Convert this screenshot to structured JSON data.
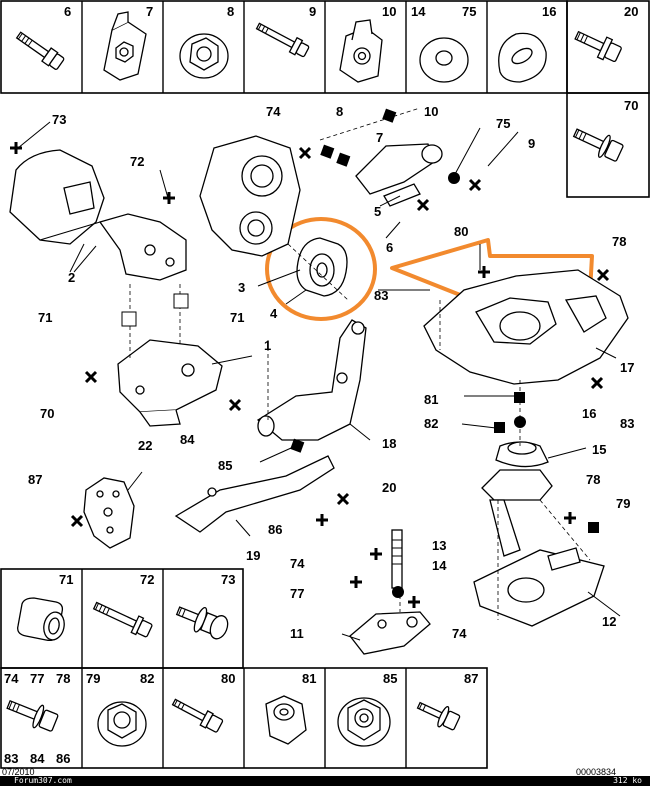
{
  "top_boxes": [
    {
      "labels": [
        "6"
      ],
      "icon": "long-bolt-icon"
    },
    {
      "labels": [
        "7"
      ],
      "icon": "clip-nut-icon"
    },
    {
      "labels": [
        "8"
      ],
      "icon": "hex-nut-flange-icon"
    },
    {
      "labels": [
        "9"
      ],
      "icon": "bolt-icon"
    },
    {
      "labels": [
        "10"
      ],
      "icon": "cage-nut-icon"
    },
    {
      "labels": [
        "14",
        "75"
      ],
      "icon": "washer-icon"
    },
    {
      "labels": [
        "16"
      ],
      "icon": "cam-washer-icon"
    },
    {
      "labels": [
        "20"
      ],
      "icon": "flange-bolt-icon"
    },
    {
      "labels": [
        "70"
      ],
      "icon": "bolt-with-washer-icon"
    }
  ],
  "bottom_boxes": [
    {
      "labels": [
        "71"
      ],
      "icon": "bushing-icon"
    },
    {
      "labels": [
        "72"
      ],
      "icon": "long-flange-bolt-icon"
    },
    {
      "labels": [
        "73"
      ],
      "icon": "bolt-with-washer-icon"
    },
    {
      "labels": [
        "74",
        "77",
        "78",
        "83",
        "84",
        "86"
      ],
      "icon": "bolt-with-washer-icon"
    },
    {
      "labels": [
        "79",
        "82"
      ],
      "icon": "flange-nut-icon"
    },
    {
      "labels": [
        "80"
      ],
      "icon": "screw-icon"
    },
    {
      "labels": [
        "81"
      ],
      "icon": "locknut-icon"
    },
    {
      "labels": [
        "85"
      ],
      "icon": "flange-lock-nut-icon"
    },
    {
      "labels": [
        "87"
      ],
      "icon": "flange-screw-icon"
    }
  ],
  "callouts": [
    "73",
    "72",
    "74",
    "8",
    "7",
    "10",
    "75",
    "9",
    "5",
    "6",
    "2",
    "3",
    "4",
    "83",
    "80",
    "78",
    "71",
    "71",
    "1",
    "70",
    "17",
    "81",
    "82",
    "16",
    "83",
    "84",
    "85",
    "18",
    "22",
    "15",
    "87",
    "20",
    "78",
    "79",
    "86",
    "19",
    "74",
    "13",
    "77",
    "14",
    "11",
    "74",
    "12"
  ],
  "footer": {
    "date": "07/2010",
    "site": "Forum307.com",
    "size": "312 ko",
    "ref": "00003834"
  },
  "colors": {
    "highlight": "#f28a2e",
    "ink": "#000000",
    "background": "#ffffff"
  }
}
